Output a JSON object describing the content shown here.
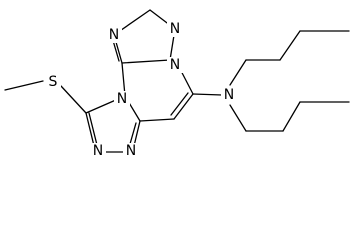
{
  "structure": {
    "atoms": {
      "n_tr_top": "N",
      "n_tr_right": "N",
      "n_bridge_top": "N",
      "n_bridge_bottom": "N",
      "n_amine": "N",
      "s_methylthio": "S",
      "n_tz_bottom_left": "N",
      "n_tz_bottom_right": "N"
    }
  }
}
